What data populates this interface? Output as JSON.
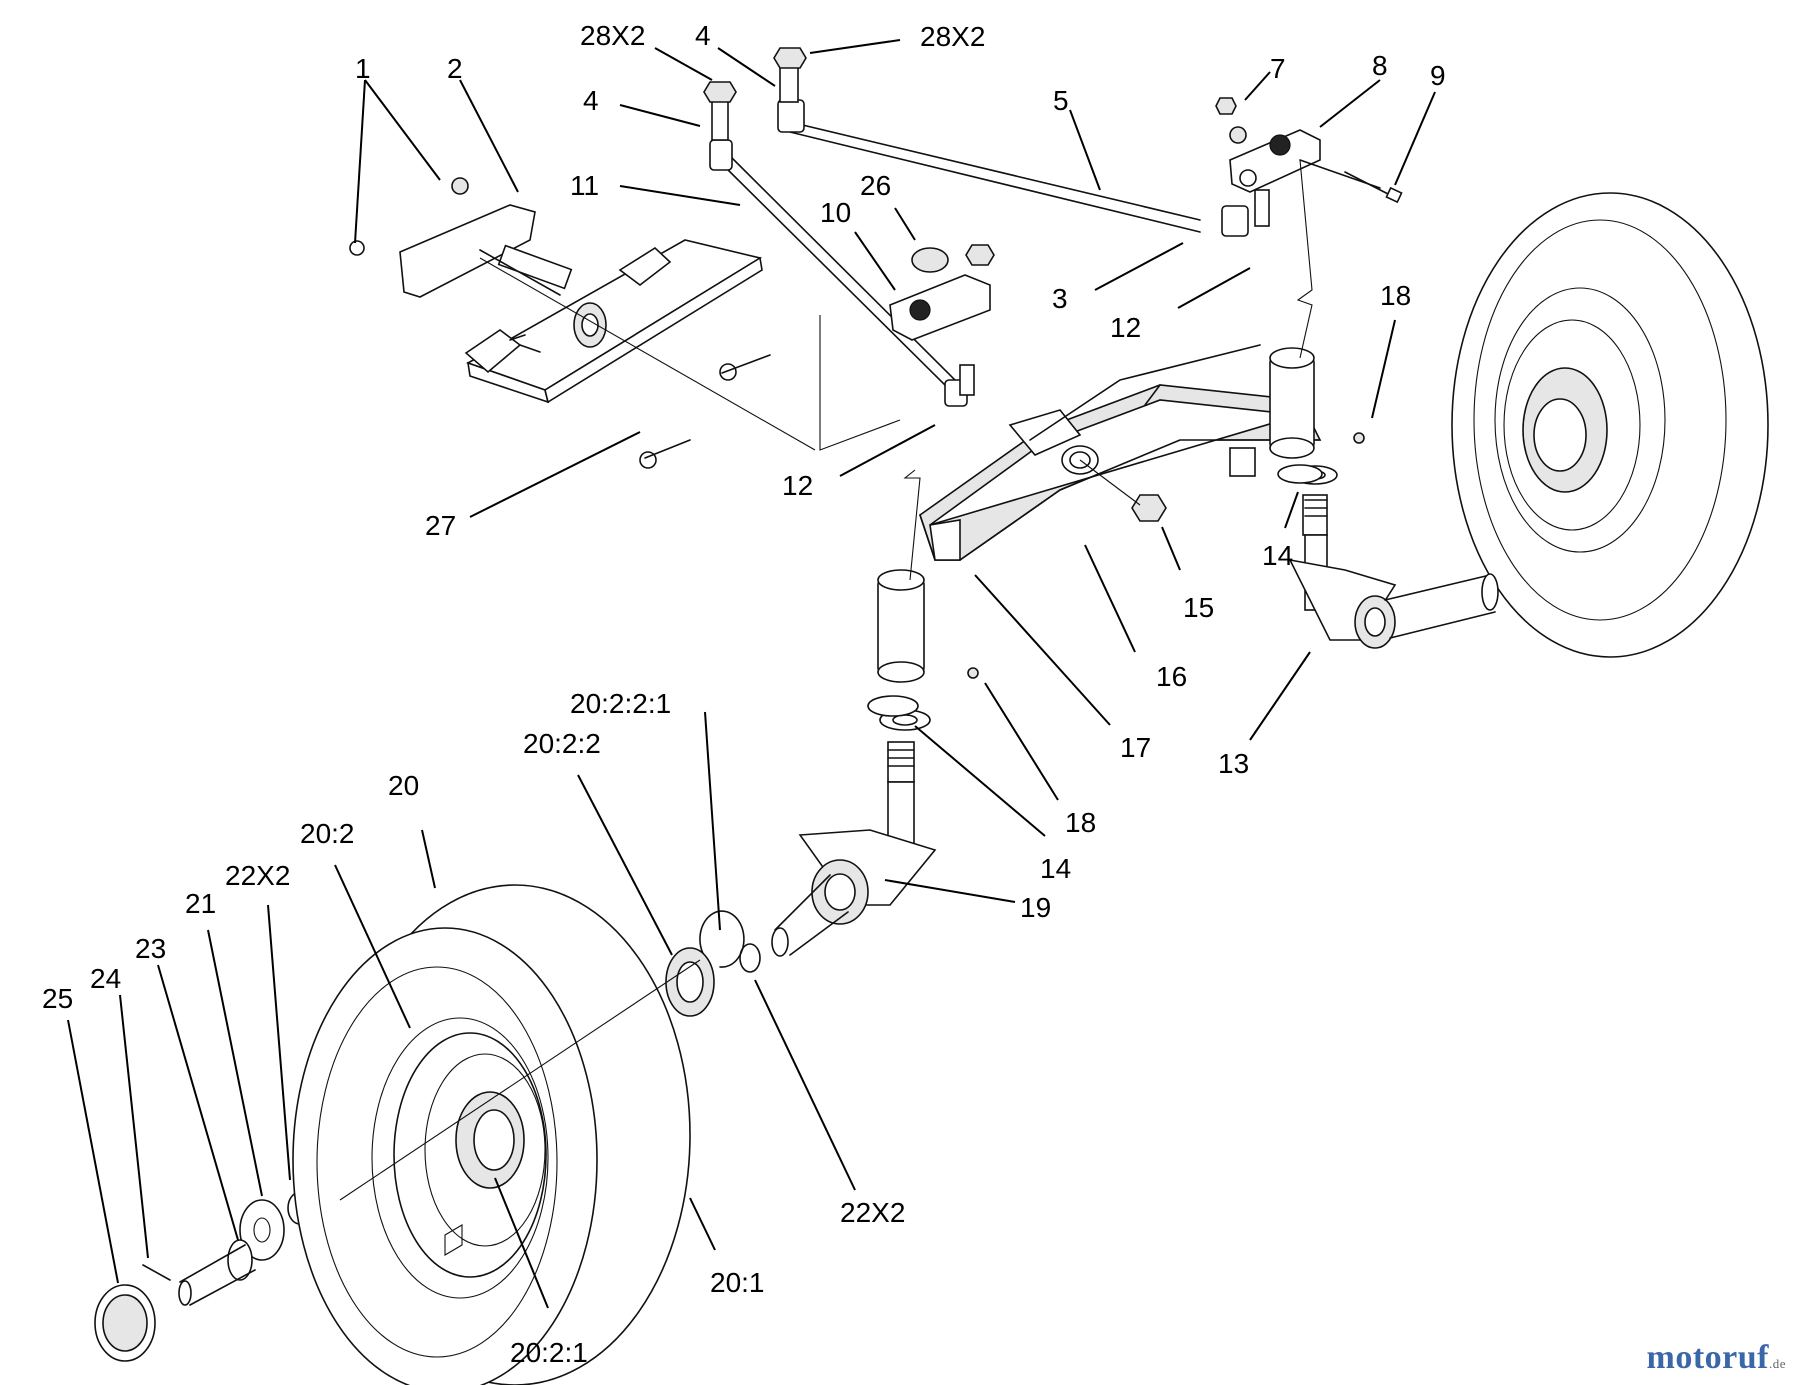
{
  "labels": [
    {
      "id": "l1",
      "text": "1"
    },
    {
      "id": "l2",
      "text": "2"
    },
    {
      "id": "l28a",
      "text": "28X2"
    },
    {
      "id": "l4a",
      "text": "4"
    },
    {
      "id": "l28b",
      "text": "28X2"
    },
    {
      "id": "l4b",
      "text": "4"
    },
    {
      "id": "l5",
      "text": "5"
    },
    {
      "id": "l7",
      "text": "7"
    },
    {
      "id": "l8",
      "text": "8"
    },
    {
      "id": "l9",
      "text": "9"
    },
    {
      "id": "l11",
      "text": "11"
    },
    {
      "id": "l26",
      "text": "26"
    },
    {
      "id": "l10",
      "text": "10"
    },
    {
      "id": "l3",
      "text": "3"
    },
    {
      "id": "l12a",
      "text": "12"
    },
    {
      "id": "l18a",
      "text": "18"
    },
    {
      "id": "l12b",
      "text": "12"
    },
    {
      "id": "l27",
      "text": "27"
    },
    {
      "id": "l14a",
      "text": "14"
    },
    {
      "id": "l15",
      "text": "15"
    },
    {
      "id": "l16",
      "text": "16"
    },
    {
      "id": "l13",
      "text": "13"
    },
    {
      "id": "l17",
      "text": "17"
    },
    {
      "id": "l20221",
      "text": "20:2:2:1"
    },
    {
      "id": "l2022",
      "text": "20:2:2"
    },
    {
      "id": "l18b",
      "text": "18"
    },
    {
      "id": "l20",
      "text": "20"
    },
    {
      "id": "l202",
      "text": "20:2"
    },
    {
      "id": "l14b",
      "text": "14"
    },
    {
      "id": "l22a",
      "text": "22X2"
    },
    {
      "id": "l19",
      "text": "19"
    },
    {
      "id": "l21",
      "text": "21"
    },
    {
      "id": "l23",
      "text": "23"
    },
    {
      "id": "l24",
      "text": "24"
    },
    {
      "id": "l25",
      "text": "25"
    },
    {
      "id": "l22b",
      "text": "22X2"
    },
    {
      "id": "l201",
      "text": "20:1"
    },
    {
      "id": "l2021",
      "text": "20:2:1"
    }
  ],
  "watermark": {
    "brand": "motoruf",
    "suffix": ".de"
  }
}
